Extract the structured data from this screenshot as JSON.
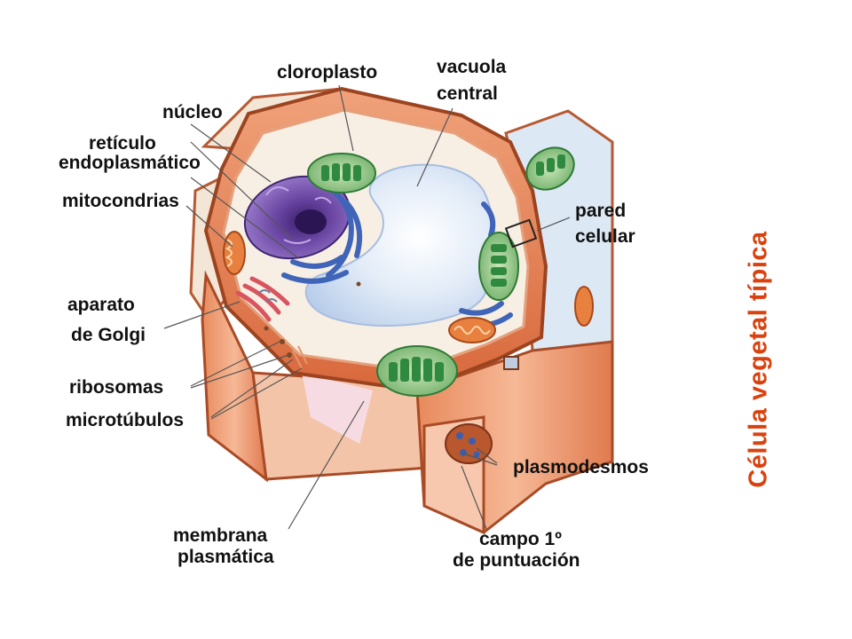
{
  "title": "Célula vegetal típica",
  "colors": {
    "title": "#d9420f",
    "wall": "#e07a4e",
    "wall_dark": "#a94b27",
    "cytoplasm": "#f6efe3",
    "vacuole": "#cfe0f4",
    "nucleus": "#6f4aa6",
    "chloroplast": "#8fc48a",
    "thylakoid": "#2f8a3f",
    "mitochondria": "#e8813f",
    "er": "#3f64b8",
    "golgi": "#d9545e"
  },
  "labels": {
    "cloroplasto": "cloroplasto",
    "vacuola_l1": "vacuola",
    "vacuola_l2": "central",
    "nucleo": "núcleo",
    "reticulo_l1": "retículo",
    "reticulo_l2": "endoplasmático",
    "mitocondrias": "mitocondrias",
    "pared_l1": "pared",
    "pared_l2": "celular",
    "aparato_l1": "aparato",
    "aparato_l2": "de Golgi",
    "ribosomas": "ribosomas",
    "microtubulos": "microtúbulos",
    "plasmodesmos": "plasmodesmos",
    "membrana_l1": "membrana",
    "membrana_l2": "plasmática",
    "campo_l1": "campo 1º",
    "campo_l2": "de puntuación"
  }
}
